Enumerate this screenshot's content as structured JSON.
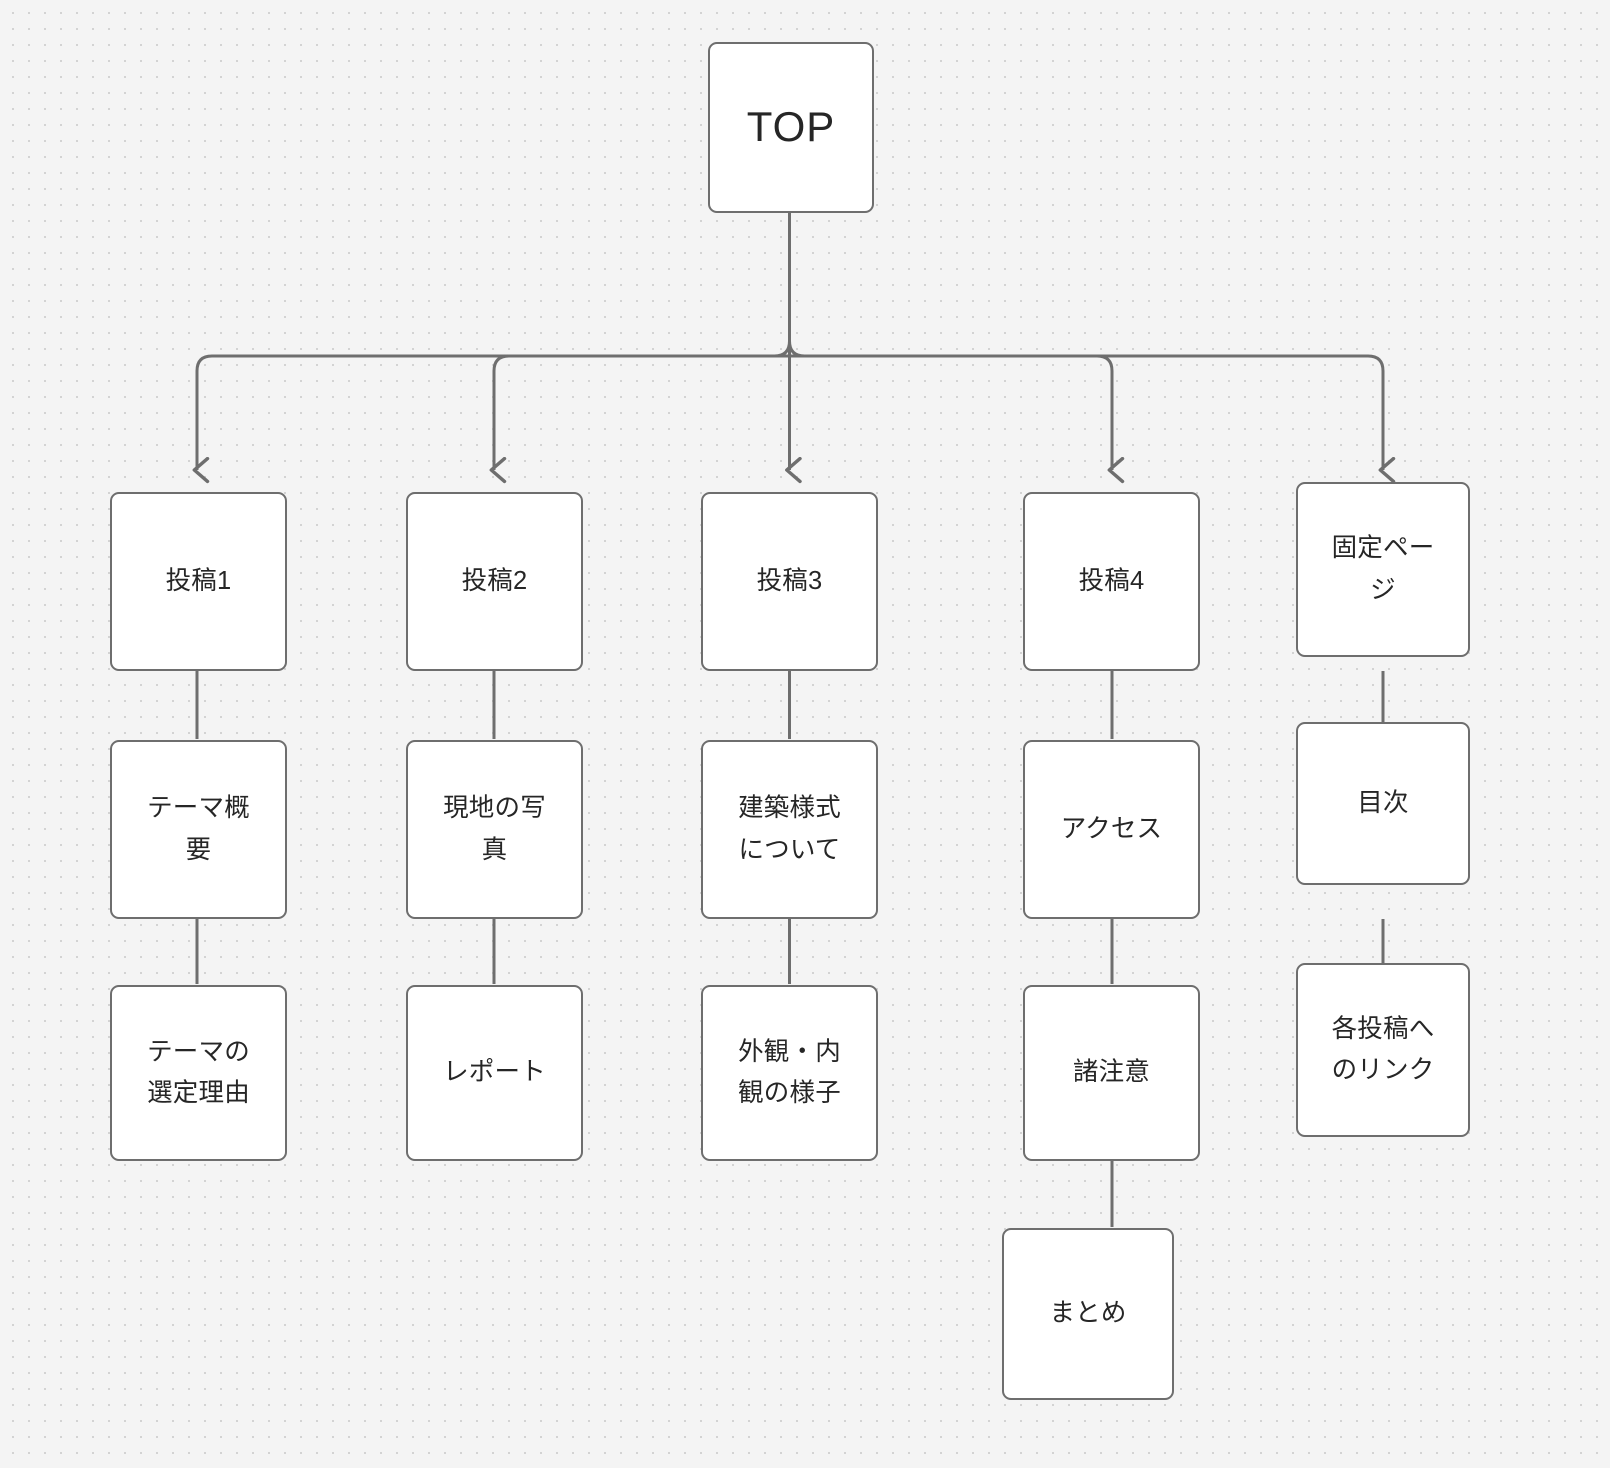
{
  "diagram": {
    "type": "site-structure-tree",
    "title_node": "TOP",
    "background_color": "#f4f4f4",
    "dot_color": "#d3d3d3",
    "node_fill": "#ffffff",
    "node_border_color": "#6e6e6e",
    "edge_color": "#6e6e6e",
    "text_color": "#262626"
  },
  "nodes": {
    "top": "TOP",
    "col1": {
      "parent": "投稿1",
      "child1": "テーマ概\n要",
      "child2": "テーマの\n選定理由"
    },
    "col2": {
      "parent": "投稿2",
      "child1": "現地の写\n真",
      "child2": "レポート"
    },
    "col3": {
      "parent": "投稿3",
      "child1": "建築様式\nについて",
      "child2": "外観・内\n観の様子"
    },
    "col4": {
      "parent": "投稿4",
      "child1": "アクセス",
      "child2": "諸注意",
      "child3": "まとめ"
    },
    "col5": {
      "parent": "固定ペー\nジ",
      "child1": "目次",
      "child2": "各投稿へ\nのリンク"
    }
  },
  "edges": [
    {
      "from": "top",
      "to": "col1.parent",
      "style": "elbow-arrow"
    },
    {
      "from": "top",
      "to": "col2.parent",
      "style": "elbow-arrow"
    },
    {
      "from": "top",
      "to": "col3.parent",
      "style": "straight-arrow"
    },
    {
      "from": "top",
      "to": "col4.parent",
      "style": "elbow-arrow"
    },
    {
      "from": "top",
      "to": "col5.parent",
      "style": "elbow-arrow"
    },
    {
      "from": "col1.parent",
      "to": "col1.child1",
      "style": "line"
    },
    {
      "from": "col1.child1",
      "to": "col1.child2",
      "style": "line"
    },
    {
      "from": "col2.parent",
      "to": "col2.child1",
      "style": "line"
    },
    {
      "from": "col2.child1",
      "to": "col2.child2",
      "style": "line"
    },
    {
      "from": "col3.parent",
      "to": "col3.child1",
      "style": "line"
    },
    {
      "from": "col3.child1",
      "to": "col3.child2",
      "style": "line"
    },
    {
      "from": "col4.parent",
      "to": "col4.child1",
      "style": "line"
    },
    {
      "from": "col4.child1",
      "to": "col4.child2",
      "style": "line"
    },
    {
      "from": "col4.child2",
      "to": "col4.child3",
      "style": "line"
    },
    {
      "from": "col5.parent",
      "to": "col5.child1",
      "style": "line"
    },
    {
      "from": "col5.child1",
      "to": "col5.child2",
      "style": "line"
    }
  ]
}
